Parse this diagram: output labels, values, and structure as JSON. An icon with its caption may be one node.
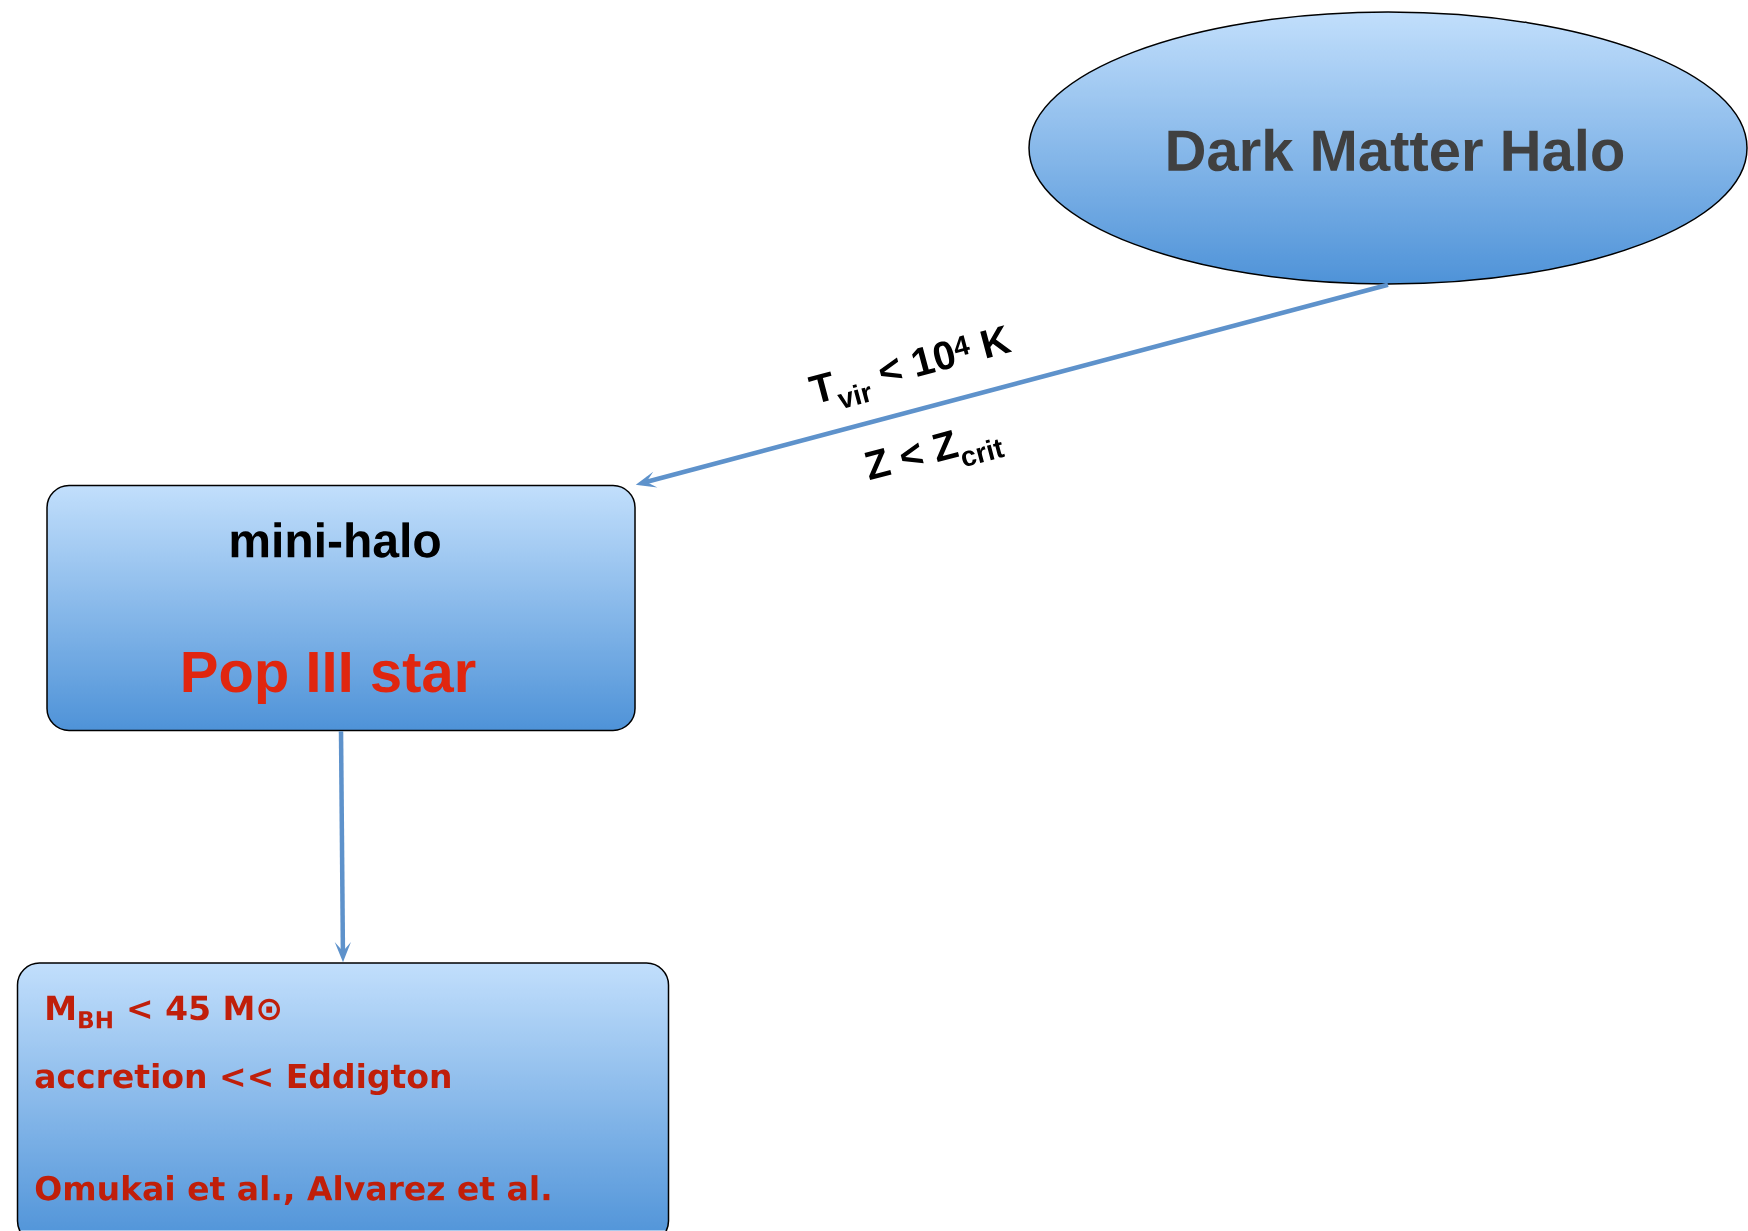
{
  "diagram": {
    "nodes": [
      {
        "text": [
          "Dark Matter Halo"
        ]
      },
      {
        "text": [
          "mini-halo",
          "Pop III star"
        ]
      },
      {
        "text": [
          "M$_{BH}$ < 45 M⊙",
          "accretion << Eddigton",
          "Omukai et al., Alvarez et al."
        ]
      }
    ],
    "edges": [
      {
        "from": 0,
        "to": 1,
        "arrow": "to",
        "label": "T$_{vir}$ < 10$^{4}$ K"
      },
      {
        "from": 1,
        "to": 2,
        "arrow": "to"
      }
    ],
    "labels": [
      "Z < Z$_{crit}$"
    ]
  }
}
